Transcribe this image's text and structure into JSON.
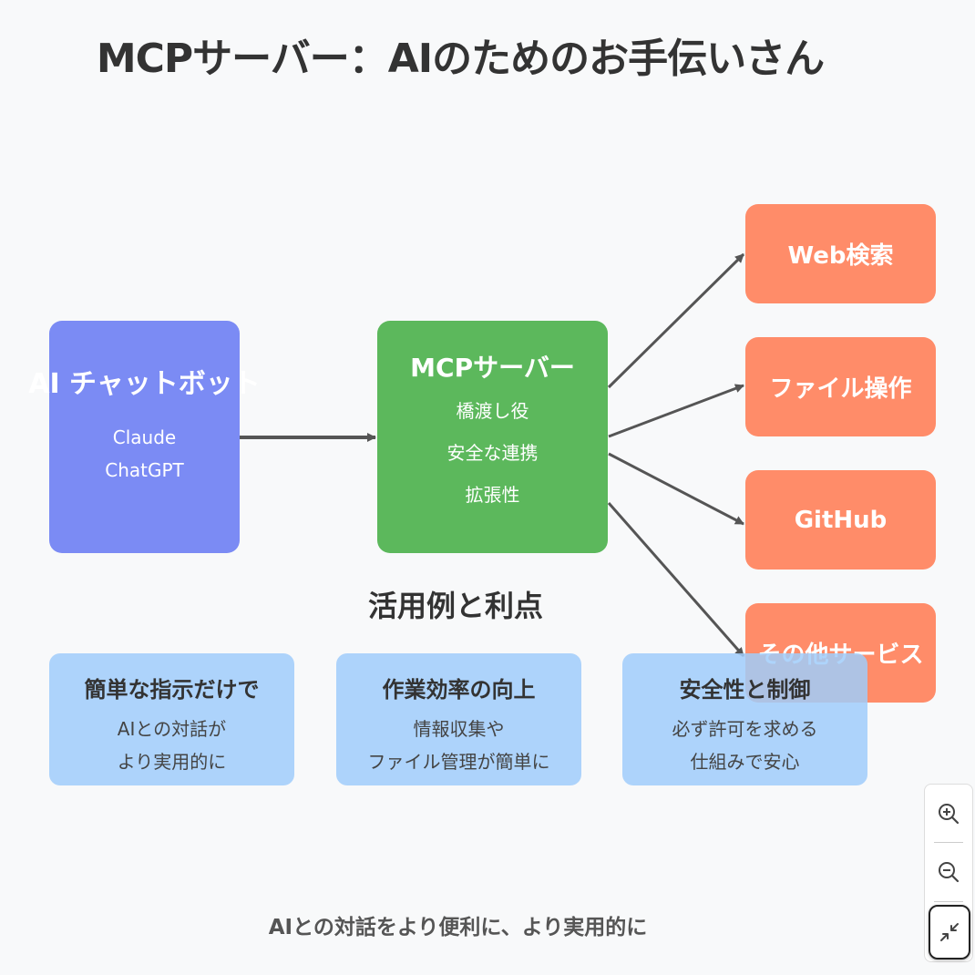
{
  "title": "MCPサーバー：AIのためのお手伝いさん",
  "ai_box": {
    "heading": "AI チャットボット",
    "lines": [
      "Claude",
      "ChatGPT"
    ],
    "color": "#7b8bf4"
  },
  "mcp_box": {
    "heading": "MCPサーバー",
    "lines": [
      "橋渡し役",
      "安全な連携",
      "拡張性"
    ],
    "color": "#5cb85c"
  },
  "services": [
    "Web検索",
    "ファイル操作",
    "GitHub",
    "その他サービス"
  ],
  "services_color": "#ff8c69",
  "section_title": "活用例と利点",
  "cards": [
    {
      "title": "簡単な指示だけで",
      "lines": [
        "AIとの対話が",
        "より実用的に"
      ]
    },
    {
      "title": "作業効率の向上",
      "lines": [
        "情報収集や",
        "ファイル管理が簡単に"
      ]
    },
    {
      "title": "安全性と制御",
      "lines": [
        "必ず許可を求める",
        "仕組みで安心"
      ]
    }
  ],
  "footer": "AIとの対話をより便利に、より実用的に",
  "zoom_controls": {
    "zoom_in": "zoom-in-icon",
    "zoom_out": "zoom-out-icon",
    "fit": "fit-screen-icon"
  }
}
